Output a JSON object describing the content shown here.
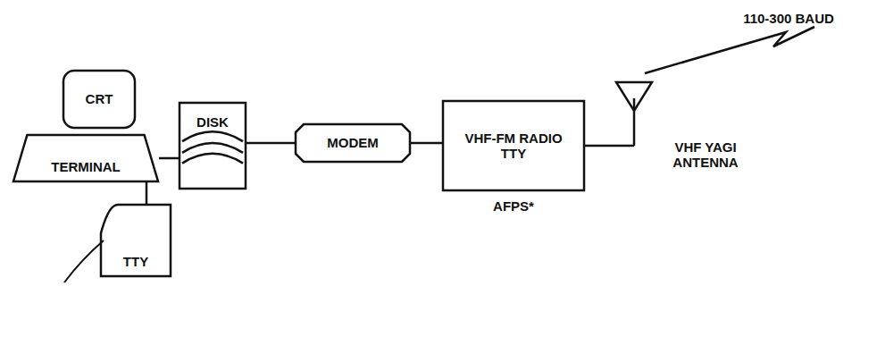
{
  "diagram": {
    "nodes": [
      {
        "text": [
          "CRT"
        ]
      },
      {
        "text": [
          "TERMINAL"
        ]
      },
      {
        "text": [
          "TTY"
        ]
      },
      {
        "text": [
          "DISK"
        ]
      },
      {
        "text": [
          "MODEM"
        ]
      },
      {
        "text": [
          "VHF-FM RADIO TTY"
        ]
      }
    ],
    "edges": [
      {
        "from": 1,
        "to": 3,
        "arrow": "none"
      },
      {
        "from": 1,
        "to": 2,
        "arrow": "none"
      },
      {
        "from": 3,
        "to": 4,
        "arrow": "none"
      },
      {
        "from": 4,
        "to": 5,
        "arrow": "none"
      }
    ],
    "labels": [
      "110-300 BAUD",
      "VHF YAGI ANTENNA",
      "AFPS*"
    ]
  }
}
